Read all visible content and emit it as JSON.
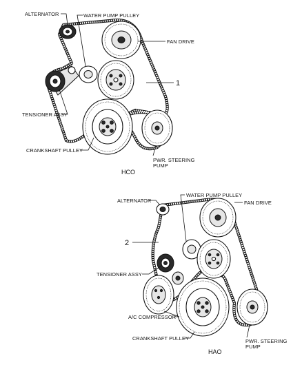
{
  "top": {
    "labels": {
      "alternator": "ALTERNATOR",
      "water_pump_pulley": "WATER PUMP PULLEY",
      "fan_drive": "FAN DRIVE",
      "tensioner_assy": "TENSIONER ASSY",
      "crankshaft_pulley": "CRANKSHAFT PULLEY",
      "pwr_steering_line1": "PWR. STEERING",
      "pwr_steering_line2": "PUMP"
    },
    "callout": "1",
    "caption": "HCO"
  },
  "bottom": {
    "labels": {
      "alternator": "ALTERNATOR",
      "water_pump_pulley": "WATER PUMP PULLEY",
      "fan_drive": "FAN DRIVE",
      "tensioner_assy": "TENSIONER ASSY",
      "ac_compressor": "A/C COMPRESSOR",
      "crankshaft_pulley": "CRANKSHAFT PULLEY",
      "pwr_steering_line1": "PWR. STEERING",
      "pwr_steering_line2": "PUMP"
    },
    "callout": "2",
    "caption": "HAO"
  }
}
